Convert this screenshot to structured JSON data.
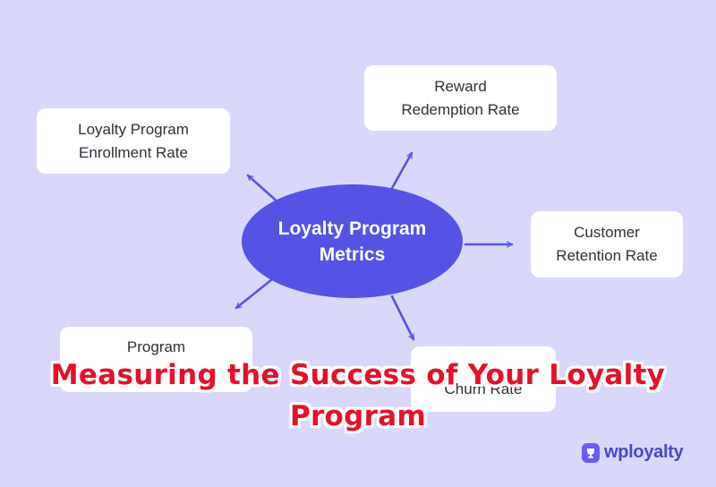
{
  "center": {
    "line1": "Loyalty Program",
    "line2": "Metrics"
  },
  "nodes": {
    "enrollment": {
      "line1": "Loyalty Program",
      "line2": "Enrollment Rate"
    },
    "redemption": {
      "line1": "Reward",
      "line2": "Redemption Rate"
    },
    "retention": {
      "line1": "Customer",
      "line2": "Retention Rate"
    },
    "program": {
      "line1": "Program",
      "line2": ""
    },
    "churn": {
      "line1": "",
      "line2": "Churn Rate"
    }
  },
  "overlay": {
    "line1": "Measuring the Success of Your Loyalty",
    "line2": "Program"
  },
  "logo": {
    "text": "wployalty",
    "icon": "trophy-icon"
  },
  "colors": {
    "background": "#d9d8fb",
    "center": "#5553e6",
    "arrow": "#5553e6",
    "overlay_text": "#e5102a",
    "logo": "#4a47c9"
  }
}
